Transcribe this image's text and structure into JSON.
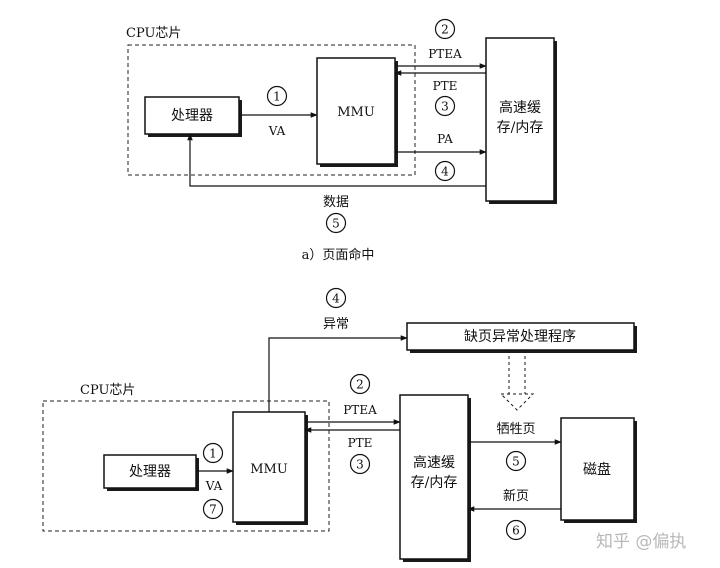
{
  "diagram_a": {
    "cpu_chip_label": "CPU芯片",
    "processor_label": "处理器",
    "mmu_label": "MMU",
    "cache_label_line1": "高速缓",
    "cache_label_line2": "存/内存",
    "va_label": "VA",
    "ptea_label": "PTEA",
    "pte_label": "PTE",
    "pa_label": "PA",
    "data_label": "数据",
    "step1": "1",
    "step2": "2",
    "step3": "3",
    "step4": "4",
    "step5": "5",
    "caption": "a）页面命中"
  },
  "diagram_b": {
    "cpu_chip_label": "CPU芯片",
    "processor_label": "处理器",
    "mmu_label": "MMU",
    "cache_label_line1": "高速缓",
    "cache_label_line2": "存/内存",
    "disk_label": "磁盘",
    "handler_label": "缺页异常处理程序",
    "exception_label": "异常",
    "va_label": "VA",
    "ptea_label": "PTEA",
    "pte_label": "PTE",
    "victim_label": "牺牲页",
    "newpage_label": "新页",
    "step1": "1",
    "step2": "2",
    "step3": "3",
    "step4": "4",
    "step5": "5",
    "step6": "6",
    "step7": "7"
  },
  "watermark": "知乎 @偏执"
}
